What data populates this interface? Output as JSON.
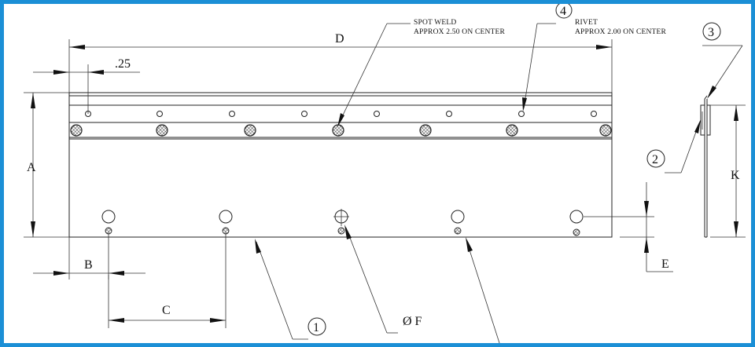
{
  "dimensions": {
    "overall_length": "D",
    "edge_offset": ".25",
    "height": "A",
    "edge_to_hole": "B",
    "hole_spacing": "C",
    "hole_diameter": "Ø F",
    "hole_edge_distance": "E",
    "side_height": "K"
  },
  "notes": {
    "spot_weld_line1": "SPOT WELD",
    "spot_weld_line2": "APPROX 2.50 ON CENTER",
    "rivet_line1": "RIVET",
    "rivet_line2": "APPROX 2.00 ON CENTER"
  },
  "callouts": {
    "c1": "1",
    "c2": "2",
    "c3": "3",
    "c4": "4"
  },
  "colors": {
    "frame": "#1b8fd6",
    "lines": "#222222"
  }
}
